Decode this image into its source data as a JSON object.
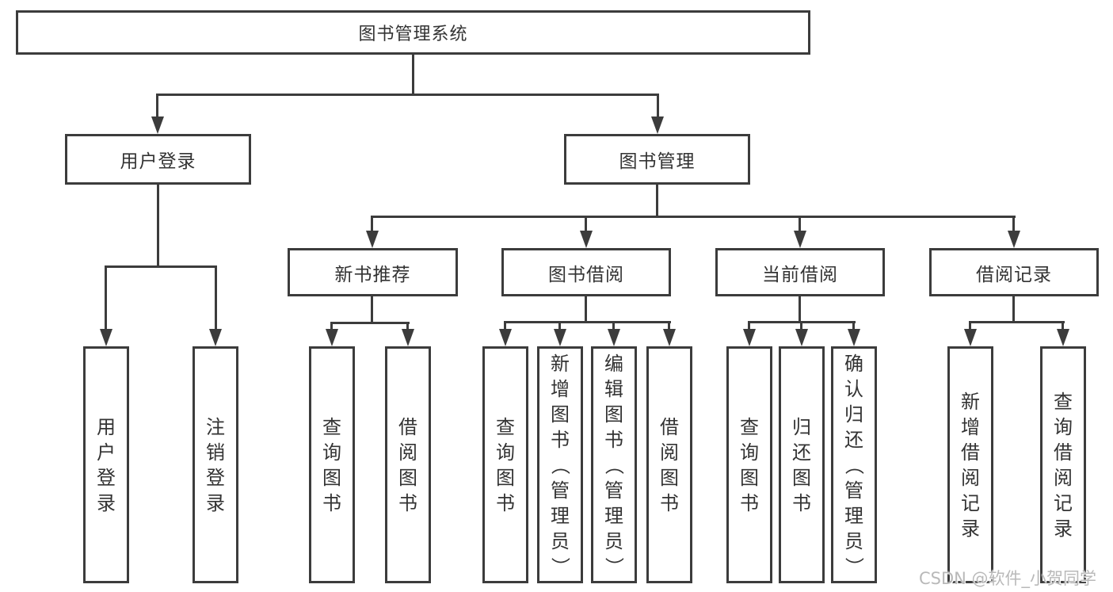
{
  "diagram": {
    "root_label": "图书管理系统",
    "watermark": "CSDN @软件_小贺同学",
    "colors": {
      "line": "#3c3c3c",
      "text": "#333333",
      "watermark": "#b9b9b9",
      "background": "#ffffff"
    },
    "tree": {
      "branches": [
        {
          "label": "用户登录",
          "leaves": [
            "用户登录",
            "注销登录"
          ]
        },
        {
          "label": "图书管理",
          "children": [
            {
              "label": "新书推荐",
              "leaves": [
                "查询图书",
                "借阅图书"
              ]
            },
            {
              "label": "图书借阅",
              "leaves": [
                "查询图书",
                "新增图书（管理员）",
                "编辑图书（管理员）",
                "借阅图书"
              ]
            },
            {
              "label": "当前借阅",
              "leaves": [
                "查询图书",
                "归还图书",
                "确认归还（管理员）"
              ]
            },
            {
              "label": "借阅记录",
              "leaves": [
                "新增借阅记录",
                "查询借阅记录"
              ]
            }
          ]
        }
      ]
    }
  }
}
